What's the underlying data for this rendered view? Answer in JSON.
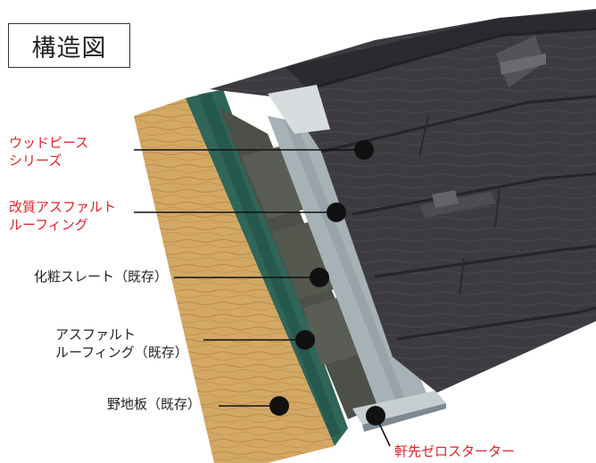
{
  "title": "構造図",
  "colors": {
    "accent_red": "#e0202a",
    "text": "#222222",
    "roof_shingle": "#3e3c40",
    "plywood": "#d2a764",
    "asphalt_felt": "#2f6657",
    "slate": "#4a4d47",
    "starter_metal": "#a4b0b6",
    "leader_dot": "#111111"
  },
  "labels": [
    {
      "id": "wood-piece",
      "lines": [
        "ウッドピース",
        "シリーズ"
      ],
      "color": "red"
    },
    {
      "id": "modified-asphalt",
      "lines": [
        "改質アスファルト",
        "ルーフィング"
      ],
      "color": "red"
    },
    {
      "id": "decorative-slate",
      "lines": [
        "化粧スレート（既存）"
      ],
      "color": "black"
    },
    {
      "id": "asphalt-roofing",
      "lines": [
        "アスファルト",
        "ルーフィング（既存）"
      ],
      "color": "black"
    },
    {
      "id": "sheathing-board",
      "lines": [
        "野地板（既存）"
      ],
      "color": "black"
    },
    {
      "id": "eave-starter",
      "lines": [
        "軒先ゼロスターター"
      ],
      "color": "red"
    }
  ]
}
